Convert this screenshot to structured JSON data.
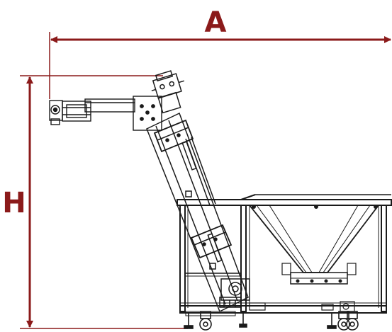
{
  "diagram": {
    "title": "",
    "dimensions": [
      {
        "id": "width",
        "label": "A"
      },
      {
        "id": "height",
        "label": "H"
      }
    ],
    "colors": {
      "dimension": "#8b1a1a",
      "line": "#1a1a1a",
      "background": "#ffffff"
    }
  }
}
